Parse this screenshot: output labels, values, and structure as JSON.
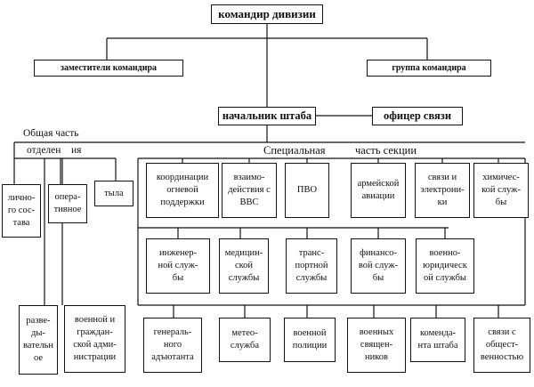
{
  "nodes": {
    "commander": "командир дивизии",
    "deputies": "заместители командира",
    "command_group": "группа командира",
    "chief_of_staff": "начальник штаба",
    "signal_officer": "офицер связи",
    "personnel": "лично-\nго сос-\nтава",
    "operations": "опера-\nтивное",
    "rear": "тыла",
    "reconnaissance": "разве-\nды-\nвательн\nое",
    "civil_military": "военной и\nграждан-\nской адми-\nнистрации",
    "fire_coordination": "координации\nогневой\nподдержки",
    "air_force_liaison": "взаимо-\nдействия с\nВВС",
    "air_defense": "ПВО",
    "army_aviation": "армейской\nавиации",
    "electronics": "связи и\nэлектрони-\nки",
    "chemical": "химичес-\nкой служ-\nбы",
    "engineering": "инженер-\nной служ-\nбы",
    "medical": "медицин-\nской\nслужбы",
    "transport": "транс-\nпортной\nслужбы",
    "finance": "финансо-\nвой служ-\nбы",
    "legal": "военно-\nюридическ\nой службы",
    "adjutant_general": "генераль-\nного\nадъютанта",
    "meteo": "метео-\nслужба",
    "military_police": "военной\nполиции",
    "chaplains": "военных\nсвящен-\nников",
    "commandant": "коменда-\nнта штаба",
    "public_relations": "связи с\nобщест-\nвенностью"
  },
  "labels": {
    "general_part_line1": "Общая часть",
    "general_part_line2a": "отделен",
    "general_part_line2b": "ия",
    "special_part_a": "Специальная",
    "special_part_b": "часть секции"
  }
}
